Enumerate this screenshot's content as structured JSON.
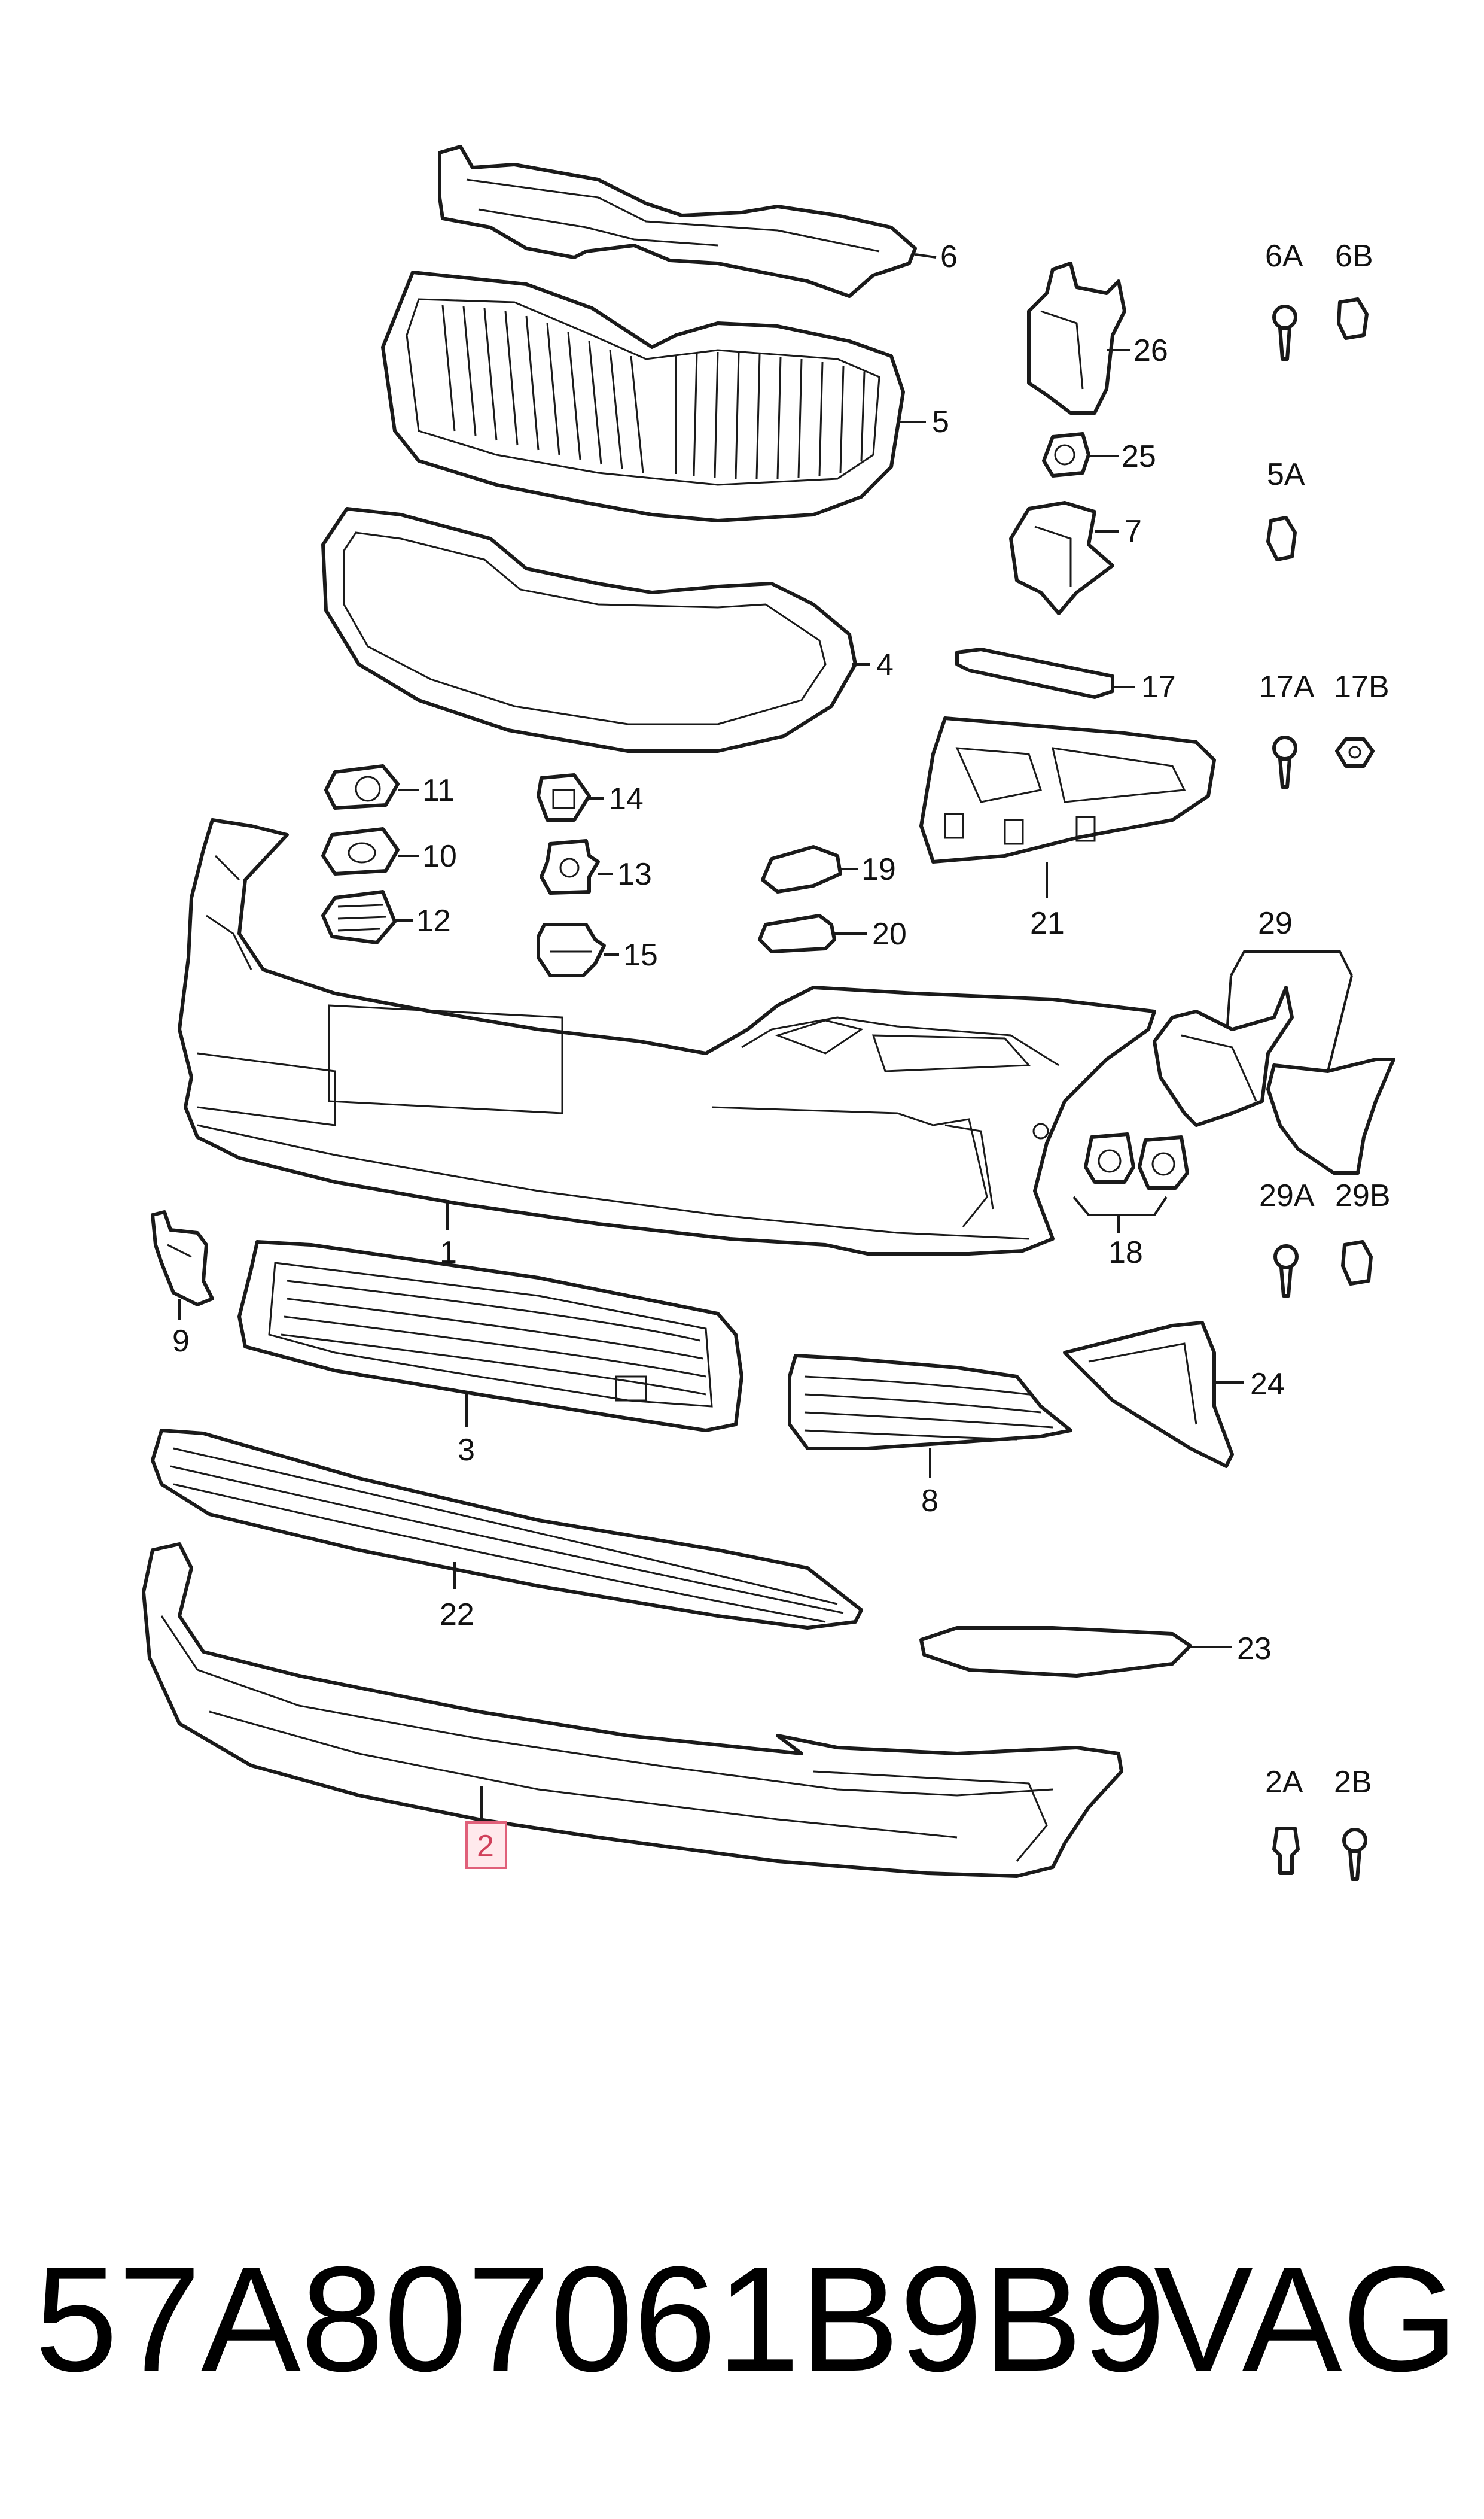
{
  "callouts": {
    "c1": "1",
    "c2": "2",
    "c3": "3",
    "c4": "4",
    "c5": "5",
    "c6": "6",
    "c7": "7",
    "c8": "8",
    "c9": "9",
    "c10": "10",
    "c11": "11",
    "c12": "12",
    "c13": "13",
    "c14": "14",
    "c15": "15",
    "c17": "17",
    "c18": "18",
    "c19": "19",
    "c20": "20",
    "c21": "21",
    "c22": "22",
    "c23": "23",
    "c24": "24",
    "c25": "25",
    "c26": "26",
    "c29": "29",
    "c2A": "2A",
    "c2B": "2B",
    "c5A": "5A",
    "c6A": "6A",
    "c6B": "6B",
    "c17A": "17A",
    "c17B": "17B",
    "c29A": "29A",
    "c29B": "29B"
  },
  "highlight": {
    "callout": "2",
    "color": "#e0607a"
  },
  "caption": {
    "part_number": "57A807061B9B9",
    "brand": "VAG"
  }
}
